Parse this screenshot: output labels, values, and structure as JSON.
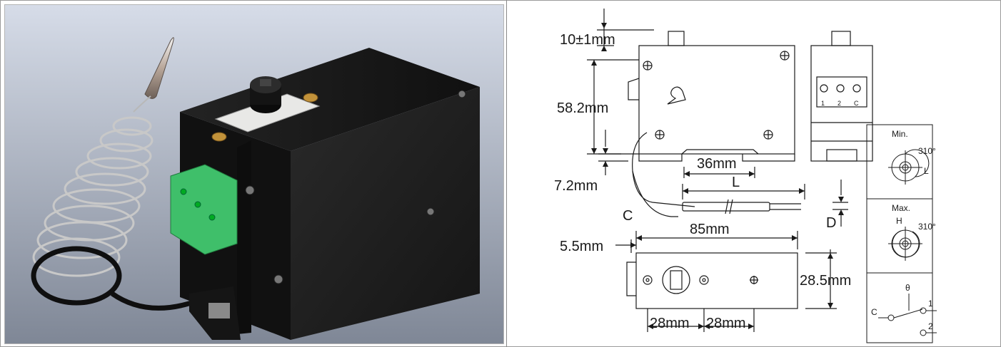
{
  "photo": {
    "subject": "capillary thermostat",
    "colors": {
      "body": "#1b1b1b",
      "terminal": "#3fbf6a",
      "dial_plate": "#e8e8e6",
      "background_top": "#d3d9e6",
      "background_bottom": "#8b92a0"
    }
  },
  "drawing": {
    "dims": {
      "pin_height": "10±1mm",
      "body_height": "58.2mm",
      "rail_offset": "7.2mm",
      "rail_width": "36mm",
      "probe_length": "L",
      "capillary": "C",
      "probe_diameter": "D",
      "total_length": "85mm",
      "shaft_offset": "5.5mm",
      "width": "28.5mm",
      "hole_spacing_1": "28mm",
      "hole_spacing_2": "28mm"
    },
    "terminals": [
      "1",
      "2",
      "C"
    ],
    "rotation": {
      "min_label": "Min.",
      "max_label": "Max.",
      "angle_min": "310°",
      "angle_max": "310°",
      "low": "L",
      "high": "H"
    },
    "switch": {
      "theta": "θ",
      "common": "C",
      "pole_1": "1",
      "pole_2": "2"
    }
  }
}
